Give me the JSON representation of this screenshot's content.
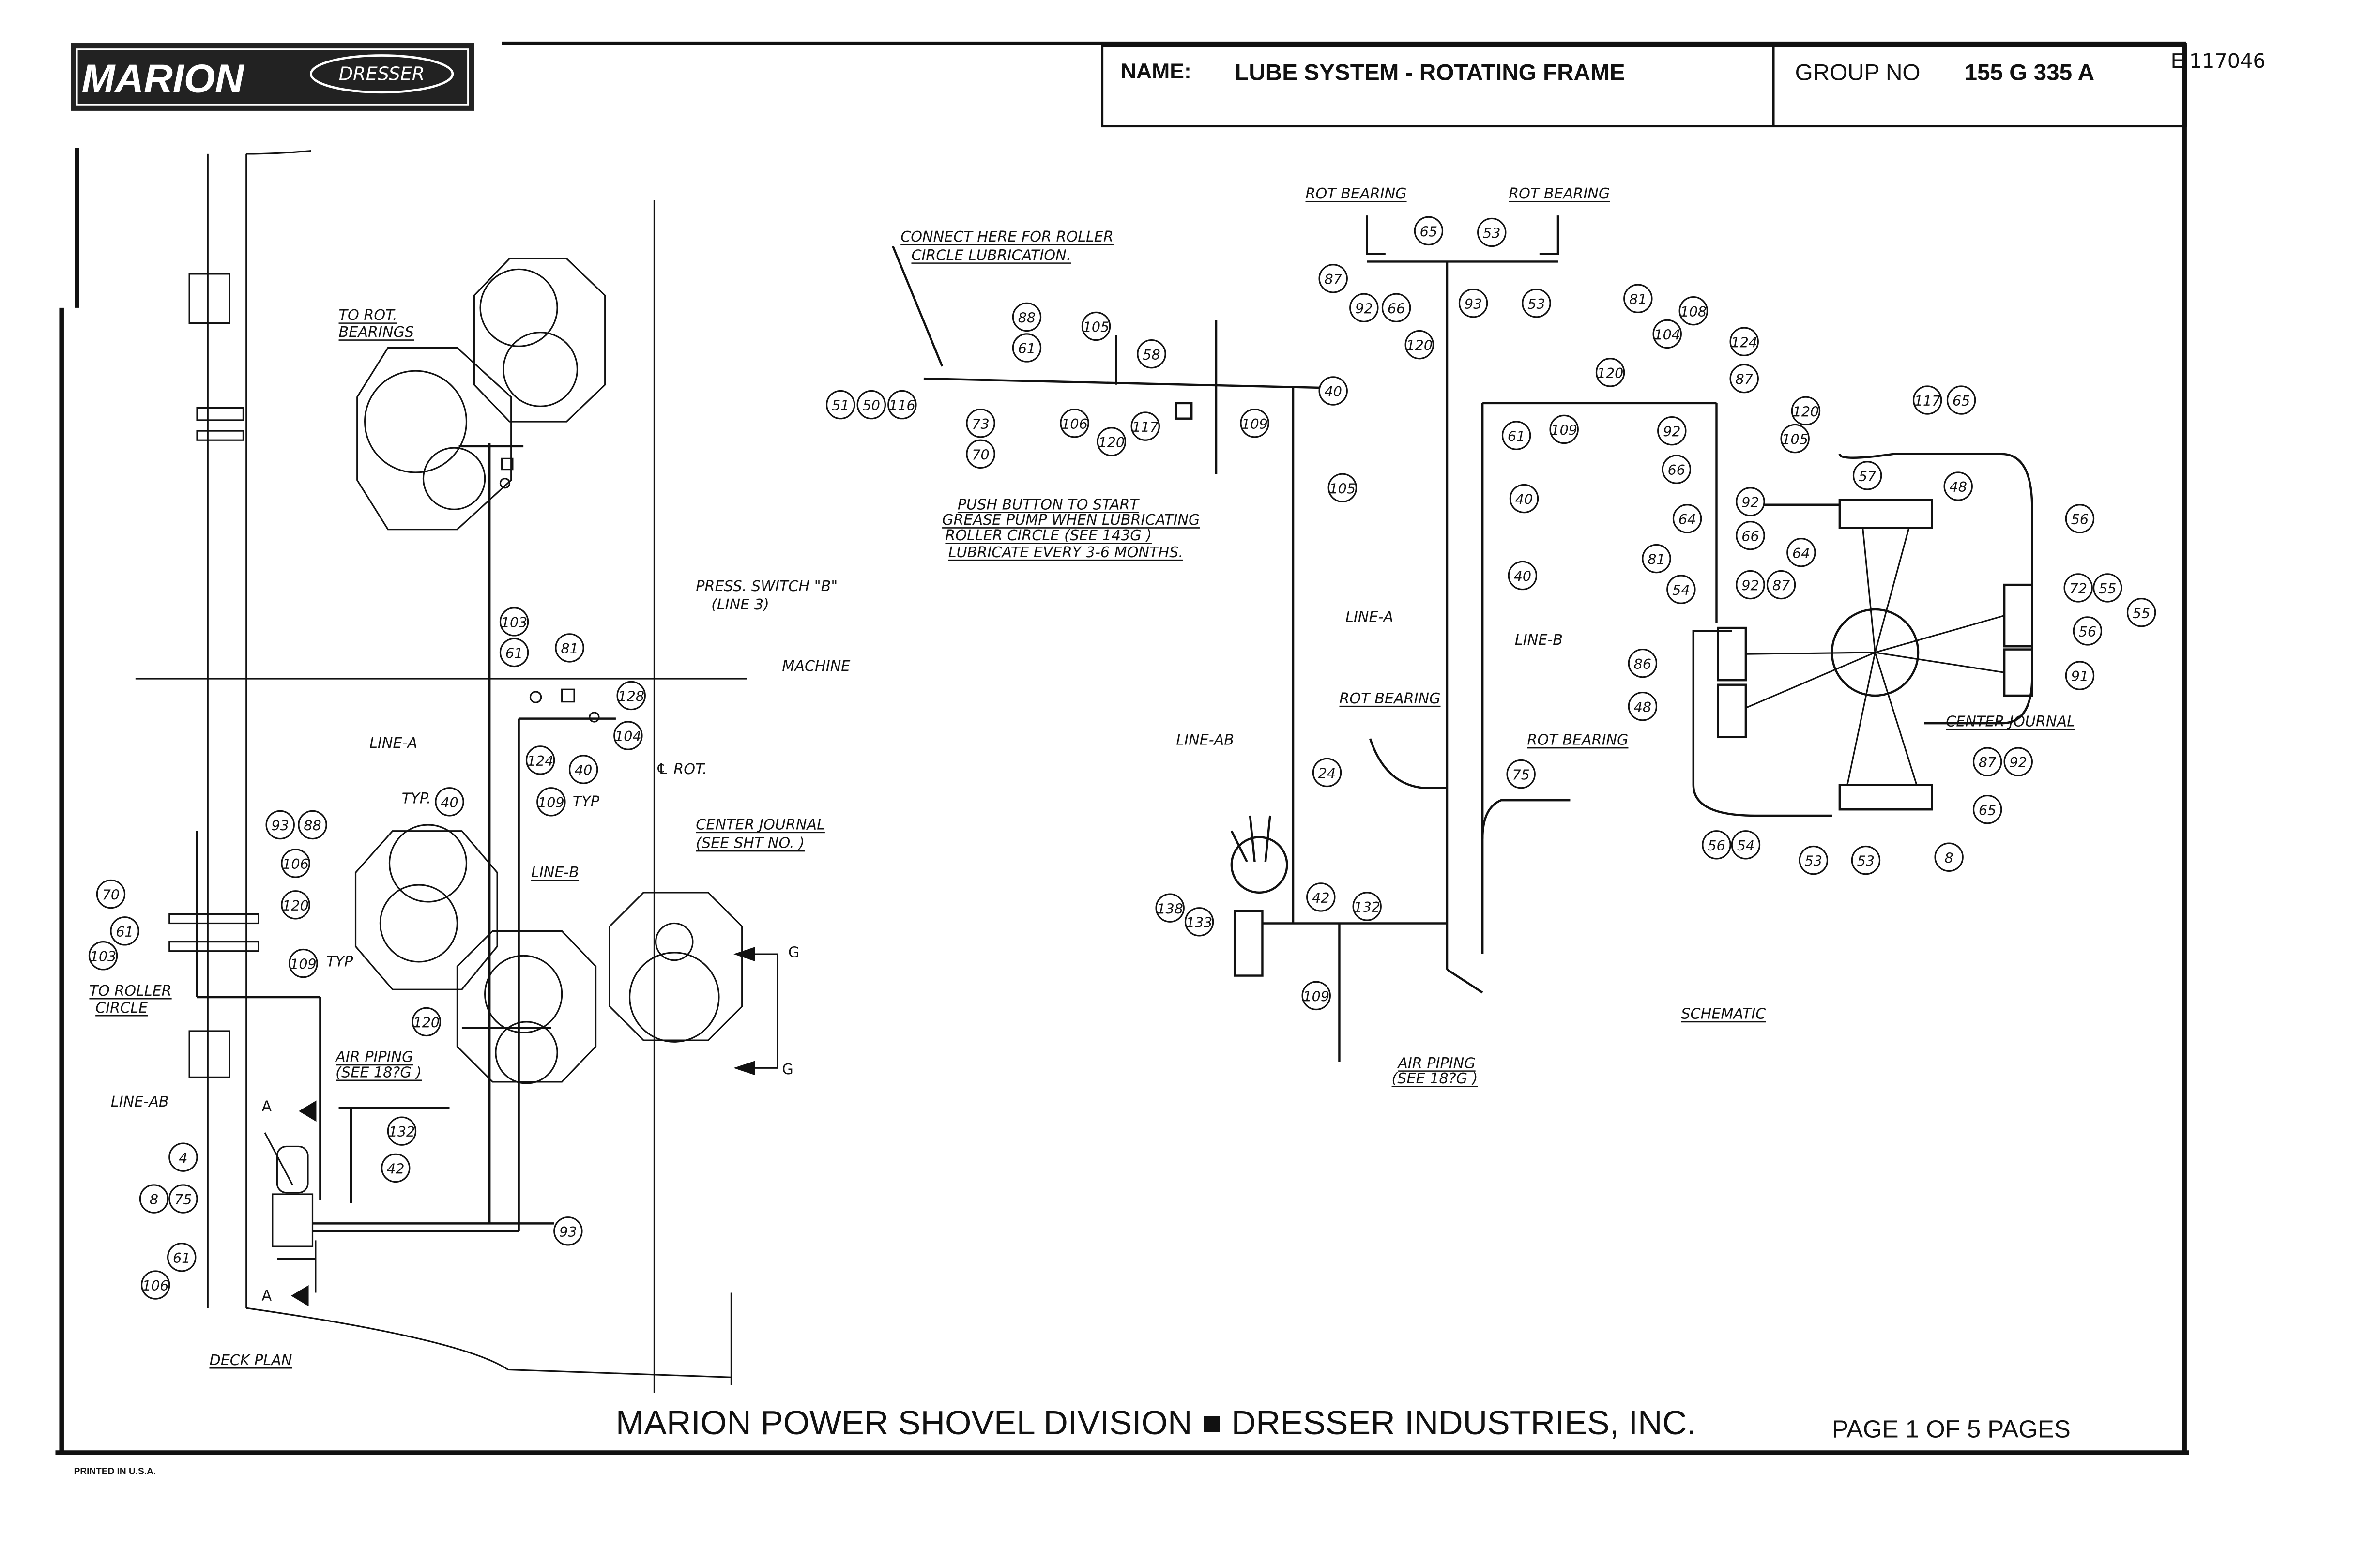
{
  "logo": {
    "marion": "MARION",
    "dresser": "DRESSER"
  },
  "title_block": {
    "name_label": "NAME:",
    "name": "LUBE SYSTEM - ROTATING FRAME",
    "group_label": "GROUP NO",
    "group_no": "155 G 335 A",
    "doc_id": "EI117046"
  },
  "labels": [
    {
      "text": "TO ROT.",
      "underline": true
    },
    {
      "text": "BEARINGS",
      "underline": true
    },
    {
      "text": "PRESS. SWITCH \"B\""
    },
    {
      "text": "(LINE 3)"
    },
    {
      "text": "MACHINE"
    },
    {
      "text": "LINE-A"
    },
    {
      "text": "℄ ROT."
    },
    {
      "text": "TYP."
    },
    {
      "text": "TYP"
    },
    {
      "text": "CENTER JOURNAL",
      "underline": true
    },
    {
      "text": "(SEE SHT NO.  )",
      "underline": true
    },
    {
      "text": "LINE-B",
      "underline": true
    },
    {
      "text": "TYP"
    },
    {
      "text": "TO ROLLER",
      "underline": true
    },
    {
      "text": "CIRCLE",
      "underline": true
    },
    {
      "text": "AIR PIPING",
      "underline": true
    },
    {
      "text": "(SEE 18?G   )",
      "underline": true
    },
    {
      "text": "LINE-AB"
    },
    {
      "text": "A"
    },
    {
      "text": "A"
    },
    {
      "text": "G"
    },
    {
      "text": "G"
    },
    {
      "text": "DECK PLAN",
      "underline": true
    },
    {
      "text": "CONNECT HERE FOR ROLLER",
      "underline": true
    },
    {
      "text": "CIRCLE LUBRICATION.",
      "underline": true
    },
    {
      "text": "PUSH BUTTON TO START",
      "underline": true
    },
    {
      "text": "GREASE PUMP WHEN LUBRICATING",
      "underline": true
    },
    {
      "text": "ROLLER CIRCLE  (SEE 143G   )",
      "underline": true
    },
    {
      "text": "LUBRICATE EVERY 3-6 MONTHS.",
      "underline": true
    },
    {
      "text": "ROT BEARING",
      "underline": true
    },
    {
      "text": "ROT BEARING",
      "underline": true
    },
    {
      "text": "LINE-A"
    },
    {
      "text": "LINE-B"
    },
    {
      "text": "ROT BEARING",
      "underline": true
    },
    {
      "text": "LINE-AB"
    },
    {
      "text": "ROT BEARING",
      "underline": true
    },
    {
      "text": "AIR PIPING",
      "underline": true
    },
    {
      "text": "(SEE 18?G   )",
      "underline": true
    },
    {
      "text": "CENTER JOURNAL",
      "underline": true
    },
    {
      "text": "SCHEMATIC",
      "underline": true
    }
  ],
  "callouts": [
    "93",
    "88",
    "106",
    "70",
    "120",
    "61",
    "103",
    "109",
    "120",
    "132",
    "42",
    "4",
    "8",
    "75",
    "61",
    "106",
    "103",
    "61",
    "81",
    "128",
    "104",
    "124",
    "40",
    "40",
    "109",
    "93",
    "88",
    "61",
    "105",
    "58",
    "51",
    "50",
    "116",
    "73",
    "70",
    "106",
    "120",
    "117",
    "109",
    "40",
    "105",
    "65",
    "53",
    "87",
    "92",
    "66",
    "120",
    "93",
    "53",
    "24",
    "40",
    "40",
    "109",
    "61",
    "81",
    "108",
    "120",
    "104",
    "124",
    "87",
    "92",
    "66",
    "120",
    "105",
    "64",
    "66",
    "92",
    "81",
    "64",
    "92",
    "87",
    "54",
    "117",
    "65",
    "57",
    "48",
    "56",
    "72",
    "55",
    "55",
    "56",
    "91",
    "86",
    "48",
    "87",
    "92",
    "65",
    "56",
    "54",
    "53",
    "53",
    "8",
    "75",
    "138",
    "133",
    "42",
    "132",
    "109"
  ],
  "footer": {
    "company": "MARION POWER SHOVEL DIVISION ■ DRESSER INDUSTRIES, INC.",
    "page": "PAGE   1   OF   5   PAGES",
    "printed": "PRINTED  IN  U.S.A."
  }
}
